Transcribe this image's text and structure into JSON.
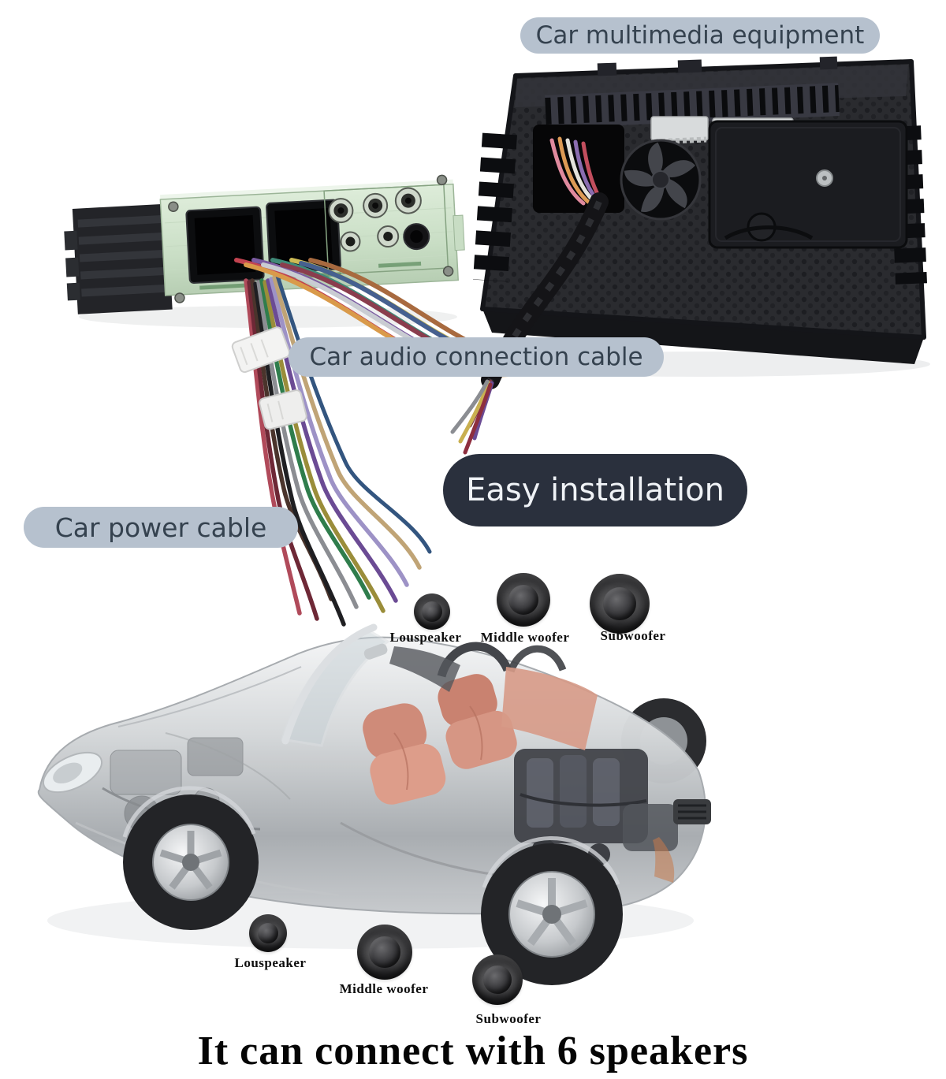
{
  "callouts": {
    "multimedia_label": "Car multimedia equipment",
    "audio_cable_label": "Car audio connection cable",
    "easy_installation_label": "Easy installation",
    "power_cable_label": "Car power cable"
  },
  "speakers": {
    "top_row": [
      {
        "label": "Louspeaker",
        "size": "small"
      },
      {
        "label": "Middle woofer",
        "size": "medium"
      },
      {
        "label": "Subwoofer",
        "size": "large"
      }
    ],
    "bottom_row": [
      {
        "label": "Louspeaker",
        "size": "small"
      },
      {
        "label": "Middle woofer",
        "size": "medium"
      },
      {
        "label": "Subwoofer",
        "size": "large"
      }
    ]
  },
  "headline": "It can connect with 6 speakers",
  "colors": {
    "background": "#ffffff",
    "light_pill_bg": "#b6c1ce",
    "light_pill_text": "#35424f",
    "dark_pill_bg": "#2a303d",
    "dark_pill_text": "#eff2f6",
    "speaker_label_text": "#0d0d0d",
    "headline_text": "#050505",
    "chassis_green": "#cfe2cb",
    "device_black": "#27282c",
    "seat_salmon": "#d79a87",
    "car_silver": "#c9ccce"
  }
}
